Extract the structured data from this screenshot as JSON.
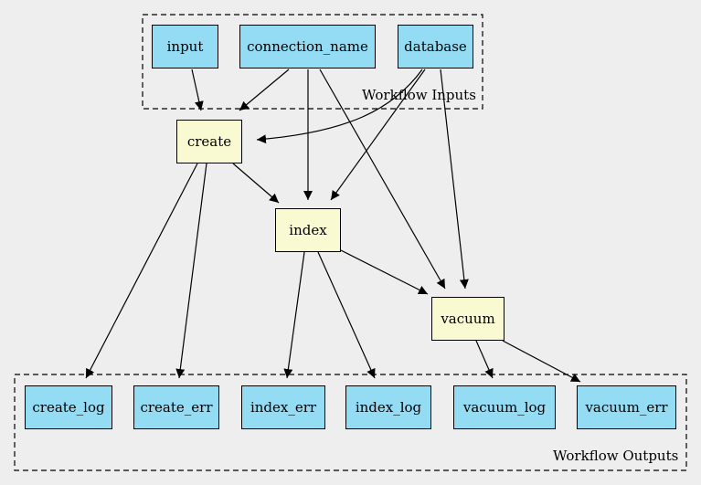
{
  "colors": {
    "background": "#eeeeee",
    "io_fill": "#94dcf4",
    "step_fill": "#fafad2",
    "stroke": "#000000"
  },
  "clusters": {
    "inputs_label": "Workflow Inputs",
    "outputs_label": "Workflow Outputs"
  },
  "inputs": {
    "input": "input",
    "connection_name": "connection_name",
    "database": "database"
  },
  "steps": {
    "create": "create",
    "index": "index",
    "vacuum": "vacuum"
  },
  "outputs": {
    "create_log": "create_log",
    "create_err": "create_err",
    "index_err": "index_err",
    "index_log": "index_log",
    "vacuum_log": "vacuum_log",
    "vacuum_err": "vacuum_err"
  },
  "edges": [
    [
      "input",
      "create"
    ],
    [
      "connection_name",
      "create"
    ],
    [
      "database",
      "create"
    ],
    [
      "connection_name",
      "index"
    ],
    [
      "database",
      "index"
    ],
    [
      "connection_name",
      "vacuum"
    ],
    [
      "database",
      "vacuum"
    ],
    [
      "create",
      "index"
    ],
    [
      "index",
      "vacuum"
    ],
    [
      "create",
      "create_log"
    ],
    [
      "create",
      "create_err"
    ],
    [
      "index",
      "index_err"
    ],
    [
      "index",
      "index_log"
    ],
    [
      "vacuum",
      "vacuum_log"
    ],
    [
      "vacuum",
      "vacuum_err"
    ]
  ]
}
